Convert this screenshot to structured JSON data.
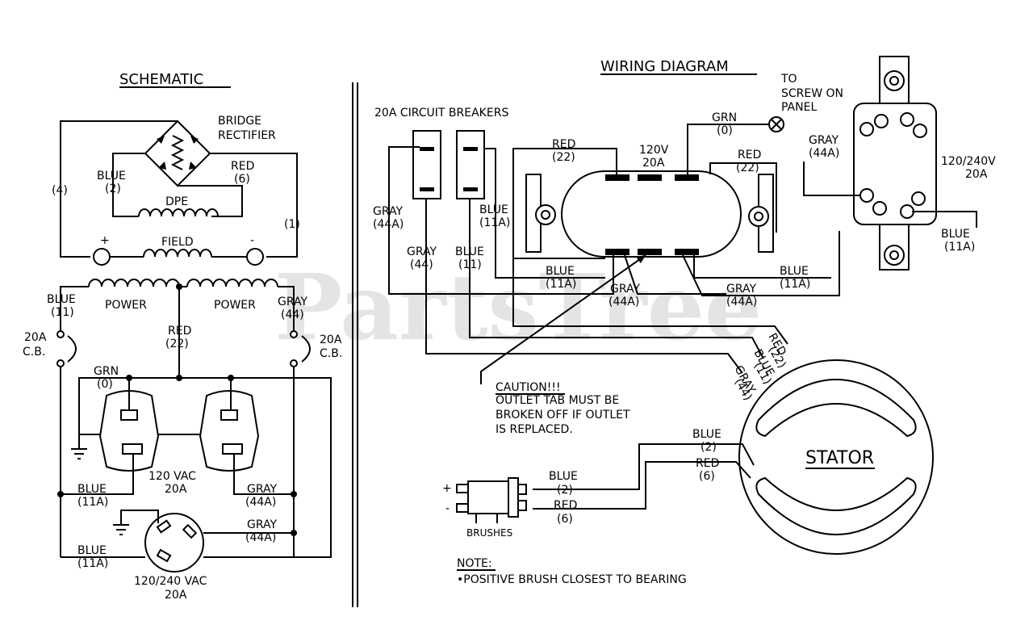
{
  "watermark": "PartsTree",
  "schematic": {
    "title": "SCHEMATIC",
    "bridge_rectifier_1": "BRIDGE",
    "bridge_rectifier_2": "RECTIFIER",
    "wire_4": "(4)",
    "blue_2_name": "BLUE",
    "blue_2_num": "(2)",
    "red_6_name": "RED",
    "red_6_num": "(6)",
    "dpe": "DPE",
    "wire_1": "(1)",
    "plus": "+",
    "minus": "-",
    "field": "FIELD",
    "blue_11_name": "BLUE",
    "blue_11_num": "(11)",
    "power_left": "POWER",
    "power_right": "POWER",
    "gray_44_name": "GRAY",
    "gray_44_num": "(44)",
    "cb_left_amp": "20A",
    "cb_left_label": "C.B.",
    "cb_right_amp": "20A",
    "cb_right_label": "C.B.",
    "red_22_name": "RED",
    "red_22_num": "(22)",
    "grn_name": "GRN",
    "grn_num": "(0)",
    "outlet_120_1": "120 VAC",
    "outlet_120_2": "20A",
    "blue_11a_1_name": "BLUE",
    "blue_11a_1_num": "(11A)",
    "gray_44a_1_name": "GRAY",
    "gray_44a_1_num": "(44A)",
    "gray_44a_2_name": "GRAY",
    "gray_44a_2_num": "(44A)",
    "blue_11a_2_name": "BLUE",
    "blue_11a_2_num": "(11A)",
    "outlet_240_1": "120/240 VAC",
    "outlet_240_2": "20A"
  },
  "wiring": {
    "title": "WIRING DIAGRAM",
    "breakers_label": "20A CIRCUIT BREAKERS",
    "to_screw_1": "TO",
    "to_screw_2": "SCREW ON",
    "to_screw_3": "PANEL",
    "grn_name": "GRN",
    "grn_num": "(0)",
    "red22_top_name": "RED",
    "red22_top_num": "(22)",
    "outlet_120_1": "120V",
    "outlet_120_2": "20A",
    "red22_right_name": "RED",
    "red22_right_num": "(22)",
    "gray44a_top_name": "GRAY",
    "gray44a_top_num": "(44A)",
    "outlet_240_1": "120/240V",
    "outlet_240_2": "20A",
    "gray44a_left_name": "GRAY",
    "gray44a_left_num": "(44A)",
    "blue11a_left_name": "BLUE",
    "blue11a_left_num": "(11A)",
    "gray44_name": "GRAY",
    "gray44_num": "(44)",
    "blue11_name": "BLUE",
    "blue11_num": "(11)",
    "blue11a_mid_name": "BLUE",
    "blue11a_mid_num": "(11A)",
    "gray44a_mid_name": "GRAY",
    "gray44a_mid_num": "(44A)",
    "gray44a_mid2_name": "GRAY",
    "gray44a_mid2_num": "(44A)",
    "blue11a_right_name": "BLUE",
    "blue11a_right_num": "(11A)",
    "blue11a_far_name": "BLUE",
    "blue11a_far_num": "(11A)",
    "caution_1": "CAUTION!!!",
    "caution_2": "OUTLET TAB MUST BE",
    "caution_3": "BROKEN OFF IF OUTLET",
    "caution_4": "IS REPLACED.",
    "stator_wire_red": "RED",
    "stator_wire_red_num": "(22)",
    "stator_wire_blue": "BLUE",
    "stator_wire_blue_num": "(11)",
    "stator_wire_gray": "GRAY",
    "stator_wire_gray_num": "(44)",
    "stator": "STATOR",
    "blue2_name": "BLUE",
    "blue2_num": "(2)",
    "red6_name": "RED",
    "red6_num": "(6)",
    "brush_blue_name": "BLUE",
    "brush_blue_num": "(2)",
    "brush_red_name": "RED",
    "brush_red_num": "(6)",
    "brush_plus": "+",
    "brush_minus": "-",
    "brushes": "BRUSHES",
    "note_title": "NOTE:",
    "note_text": "•POSITIVE BRUSH CLOSEST TO BEARING"
  }
}
